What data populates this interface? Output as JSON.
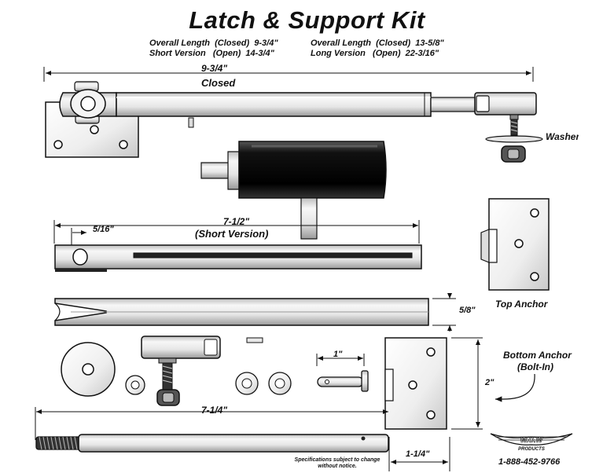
{
  "title": "Latch & Support Kit",
  "specs": {
    "short_closed": "Overall Length  (Closed)  9-3/4\"",
    "short_open": "Short Version   (Open)  14-3/4\"",
    "long_closed": "Overall Length  (Closed)  13-5/8\"",
    "long_open": "Long Version   (Open)  22-3/16\""
  },
  "dimensions": {
    "closed_length": "9-3/4\"",
    "closed_label": "Closed",
    "short_length": "7-1/2\"",
    "short_label": "(Short Version)",
    "offset": "5/16\"",
    "diameter": "5/8\"",
    "rod_length": "7-1/4\"",
    "rod_end": "1-1/4\"",
    "pin_length": "1\"",
    "anchor_height": "2\""
  },
  "labels": {
    "washer": "Washer",
    "top_anchor": "Top Anchor",
    "bottom_anchor_line1": "Bottom Anchor",
    "bottom_anchor_line2": "(Bolt-In)",
    "spec_note_line1": "Specifications subject to change",
    "spec_note_line2": "without notice.",
    "logo_sub": "PRODUCTS",
    "phone": "1-888-452-9766"
  },
  "colors": {
    "ink": "#111111",
    "metal_light": "#f2f2f2",
    "metal_mid": "#cfcfcf",
    "metal_dark": "#1c1c1c"
  }
}
